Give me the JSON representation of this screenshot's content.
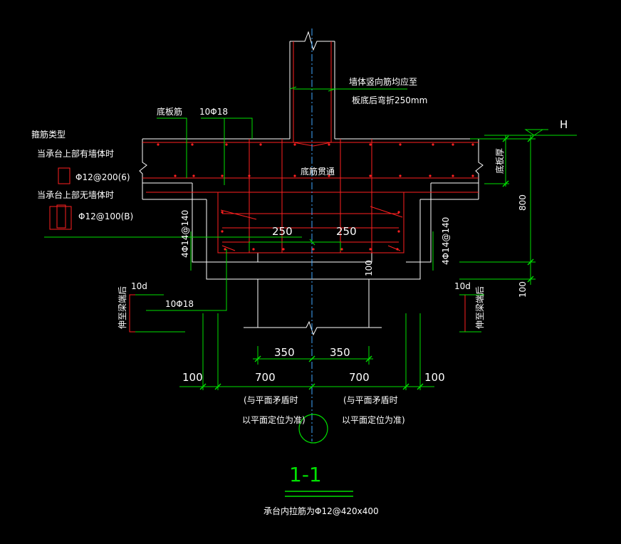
{
  "colors": {
    "background": "#000000",
    "concrete": "#ffffff",
    "rebar": "#ff2020",
    "dimension": "#00e000",
    "centerline": "#40a8ff"
  },
  "labels": {
    "wall_rebar_note_1": "墙体竖向筋均应至",
    "wall_rebar_note_2": "板底后弯折250mm",
    "bottom_slab_bar": "底板筋",
    "top_bar": "10Φ18",
    "bottom_bar": "10Φ18",
    "stirrup_type_title": "箍筋类型",
    "stirrup_with_wall": "当承台上部有墙体时",
    "stirrup_with_wall_spec": "Φ12@200(6)",
    "stirrup_no_wall": "当承台上部无墙体时",
    "stirrup_no_wall_spec": "Φ12@100(B)",
    "through_bar": "底筋贯通",
    "slab_thickness": "底板厚",
    "elevation_h": "H",
    "side_bar_left": "4Φ14@140",
    "side_bar_right": "4Φ14@140",
    "anchor_left_len": "10d",
    "anchor_right_len": "10d",
    "anchor_left_note": "伸至梁端后",
    "anchor_right_note": "伸至梁端后",
    "section_title": "1-1",
    "tie_bar_note": "承台内拉筋为Φ12@420x400",
    "center_note_left_1": "(与平面矛盾时",
    "center_note_left_2": "以平面定位为准)",
    "center_note_right_1": "(与平面矛盾时",
    "center_note_right_2": "以平面定位为准)"
  },
  "dimensions": {
    "inner_left": "250",
    "inner_right": "250",
    "pad_thickness": "100",
    "depth_800": "800",
    "depth_100": "100",
    "half_350_left": "350",
    "half_350_right": "350",
    "half_700_left": "700",
    "half_700_right": "700",
    "edge_100_left": "100",
    "edge_100_right": "100"
  }
}
